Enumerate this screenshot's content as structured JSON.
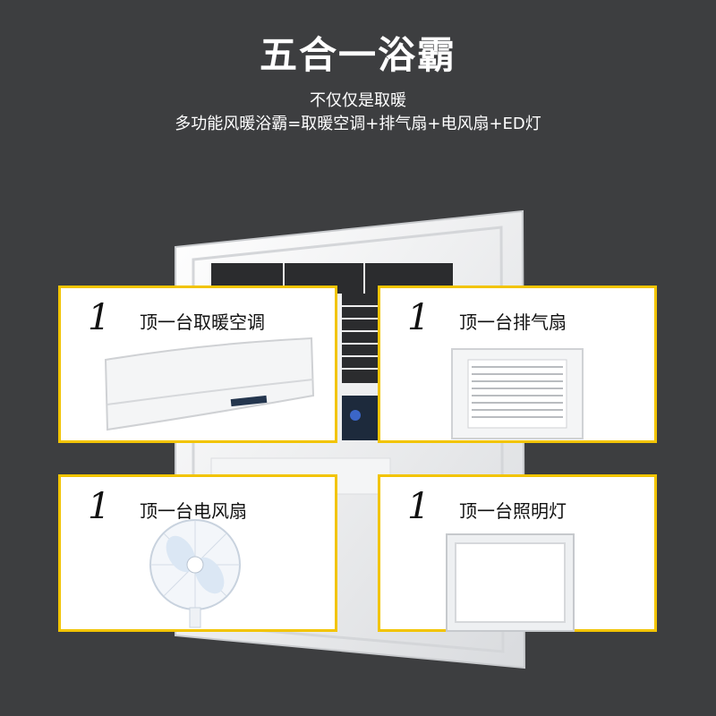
{
  "heading": {
    "title": "五合一浴霸",
    "subtitle_line1": "不仅仅是取暖",
    "subtitle_line2": "多功能风暖浴霸=取暖空调+排气扇+电风扇+ED灯"
  },
  "features": [
    {
      "count": "1",
      "label": "顶一台取暖空调",
      "icon": "air-conditioner-icon"
    },
    {
      "count": "1",
      "label": "顶一台排气扇",
      "icon": "exhaust-fan-icon"
    },
    {
      "count": "1",
      "label": "顶一台电风扇",
      "icon": "electric-fan-icon"
    },
    {
      "count": "1",
      "label": "顶一台照明灯",
      "icon": "panel-light-icon"
    }
  ],
  "colors": {
    "background": "#3d3e40",
    "card_border": "#f2c400",
    "card_background": "#ffffff",
    "text_light": "#ffffff",
    "text_dark": "#111111"
  }
}
